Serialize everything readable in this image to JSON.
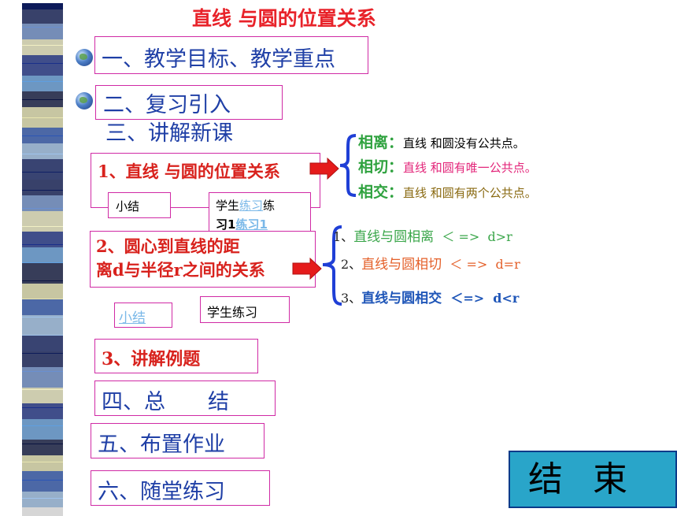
{
  "title": "直线 与圆的位置关系",
  "menu": {
    "item1": "一、教学目标、教学重点",
    "item2": "二、复习引入",
    "item3": "三、讲解新课",
    "sub1": "1、直线 与圆的位置关系",
    "sub1_xiaojie": "小结",
    "sub1_student_a": "学生",
    "sub1_lianxi": "练习",
    "sub1_student_b": "练",
    "sub1_line2a": "习1",
    "sub1_lianxi1": "练习1",
    "sub2_line1": "2、圆心到直线的距",
    "sub2_line2": "离d与半径r之间的关系",
    "sub2_xiaojie": "小结",
    "sub2_student": "学生练习",
    "sub3": "3、讲解例题",
    "item4": "四、总　　结",
    "item5": "五、布置作业",
    "item6": "六、随堂练习"
  },
  "relations": [
    {
      "term": "相离：",
      "desc": "直线 和圆没有公共点。",
      "color": "#000000"
    },
    {
      "term": "相切：",
      "desc": "直线 和圆有唯一公共点。",
      "color": "#e3267a"
    },
    {
      "term": "相交：",
      "desc": "直线 和圆有两个公共点。",
      "color": "#8a6a12"
    }
  ],
  "distances": [
    {
      "num": "1、",
      "text": "直线与圆相离",
      "rel": "＜ =>",
      "cond": "d>r",
      "color": "#3aa64a"
    },
    {
      "num": "2、",
      "text": "直线与圆相切",
      "rel": "＜ =>",
      "cond": "d=r",
      "color": "#e4602a"
    },
    {
      "num": "3、",
      "text": "直线与圆相交",
      "rel": "＜=>",
      "cond": "d<r",
      "color": "#1f56b8"
    }
  ],
  "end_label": "结束",
  "colors": {
    "term": "#2fa23f",
    "brace": "#1f3fd6",
    "arrow": "#e51b1b"
  }
}
